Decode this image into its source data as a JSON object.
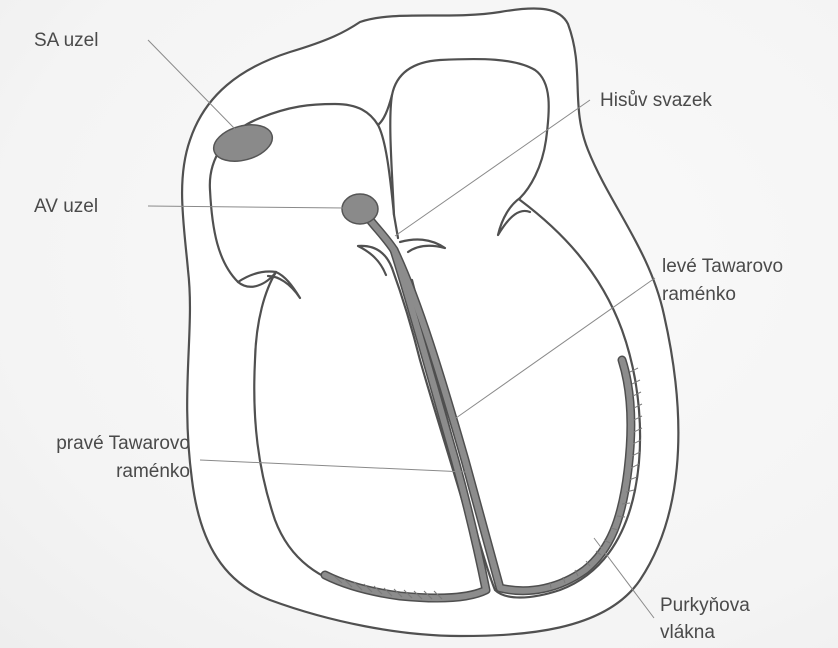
{
  "labels": {
    "sa_node": "SA uzel",
    "av_node": "AV uzel",
    "his_bundle": "Hisův svazek",
    "left_bundle_line1": "levé Tawarovo",
    "left_bundle_line2": "raménko",
    "right_bundle_line1": "pravé Tawarovo",
    "right_bundle_line2": "raménko",
    "purkinje_line1": "Purkyňova",
    "purkinje_line2": "vlákna"
  },
  "colors": {
    "outline": "#505050",
    "conduction_system": "#8c8c8c",
    "nodes": "#8a8a8a",
    "leader_lines": "#8a8a8a",
    "text": "#4a4a4a"
  }
}
